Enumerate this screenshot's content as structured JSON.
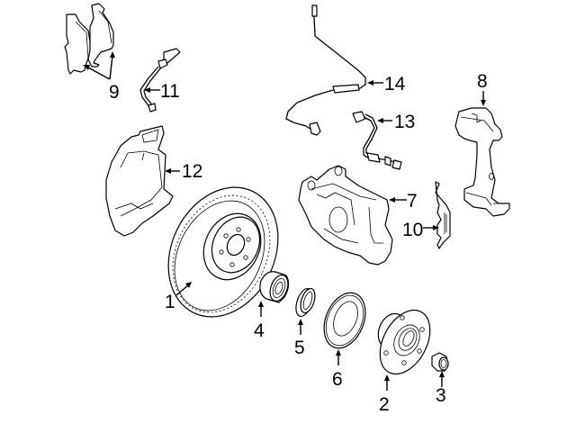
{
  "diagram": {
    "type": "exploded-parts-diagram",
    "subject": "front brake assembly",
    "parts": [
      {
        "id": "1",
        "label": "1",
        "description": "brake rotor"
      },
      {
        "id": "2",
        "label": "2",
        "description": "wheel hub"
      },
      {
        "id": "3",
        "label": "3",
        "description": "axle nut"
      },
      {
        "id": "4",
        "label": "4",
        "description": "wheel bearing"
      },
      {
        "id": "5",
        "label": "5",
        "description": "seal"
      },
      {
        "id": "6",
        "label": "6",
        "description": "dust shield ring"
      },
      {
        "id": "7",
        "label": "7",
        "description": "brake caliper"
      },
      {
        "id": "8",
        "label": "8",
        "description": "caliper support bracket"
      },
      {
        "id": "9",
        "label": "9",
        "description": "brake pads"
      },
      {
        "id": "10",
        "label": "10",
        "description": "anti-rattle spring clip"
      },
      {
        "id": "11",
        "label": "11",
        "description": "pad wear sensor"
      },
      {
        "id": "12",
        "label": "12",
        "description": "splash shield"
      },
      {
        "id": "13",
        "label": "13",
        "description": "brake hose"
      },
      {
        "id": "14",
        "label": "14",
        "description": "ABS wheel speed sensor"
      }
    ]
  },
  "colors": {
    "line": "#000000",
    "background": "#ffffff"
  }
}
